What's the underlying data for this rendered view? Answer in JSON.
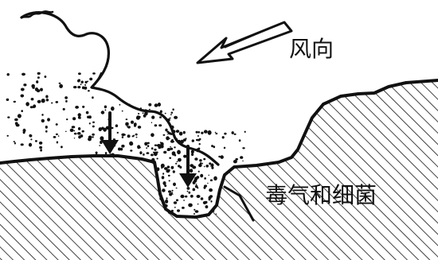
{
  "labels": {
    "wind_direction": "风向",
    "toxic_gas_and_bacteria": "毒气和细菌"
  },
  "colors": {
    "ink": "#111111",
    "background": "#ffffff"
  },
  "icons": {
    "wind_direction_arrow": "hollow-arrow-icon",
    "settling_arrow": "down-arrow-icon"
  },
  "diagram": {
    "elements": [
      "cloud",
      "wind_direction_arrow",
      "settling_arrows",
      "stippled_particles",
      "ground_terrain",
      "depression",
      "label_leader"
    ]
  }
}
